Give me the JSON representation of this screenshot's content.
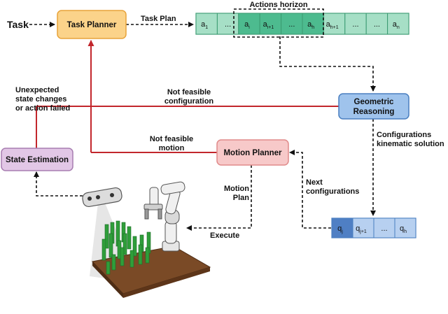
{
  "nodes": {
    "task_input": "Task",
    "task_planner": "Task Planner",
    "geometric_reasoning_line1": "Geometric",
    "geometric_reasoning_line2": "Reasoning",
    "motion_planner": "Motion Planner",
    "state_estimation": "State Estimation"
  },
  "edges": {
    "task_plan": "Task Plan",
    "actions_horizon": "Actions horizon",
    "not_feasible_config_line1": "Not feasible",
    "not_feasible_config_line2": "configuration",
    "not_feasible_motion_line1": "Not feasible",
    "not_feasible_motion_line2": "motion",
    "unexpected_line1": "Unexpected",
    "unexpected_line2": "state changes",
    "unexpected_line3": "or action failed",
    "configurations_line1": "Configurations",
    "configurations_line2": "kinematic solution",
    "next_config_line1": "Next",
    "next_config_line2": "configurations",
    "motion_plan_line1": "Motion",
    "motion_plan_line2": "Plan",
    "execute": "Execute"
  },
  "action_cells": [
    {
      "base": "a",
      "sub": "1"
    },
    {
      "base": "...",
      "sub": ""
    },
    {
      "base": "a",
      "sub": "i"
    },
    {
      "base": "a",
      "sub": "i+1"
    },
    {
      "base": "...",
      "sub": ""
    },
    {
      "base": "a",
      "sub": "h"
    },
    {
      "base": "a",
      "sub": "h+1"
    },
    {
      "base": "...",
      "sub": ""
    },
    {
      "base": "...",
      "sub": ""
    },
    {
      "base": "a",
      "sub": "n"
    }
  ],
  "config_cells": [
    {
      "base": "q",
      "sub": "j"
    },
    {
      "base": "q",
      "sub": "j+1"
    },
    {
      "base": "...",
      "sub": ""
    },
    {
      "base": "q",
      "sub": "h"
    }
  ],
  "colors": {
    "task_planner_fill": "#fbd38a",
    "task_planner_stroke": "#e8a33a",
    "geometric_fill": "#9fc3ec",
    "geometric_stroke": "#4a7fc0",
    "motion_fill": "#f7c9c9",
    "motion_stroke": "#e08a8a",
    "state_fill": "#e2c7e6",
    "state_stroke": "#a77db0",
    "action_cell_fill": "#a6dfc6",
    "action_cell_dark": "#4dbb8f",
    "action_stroke": "#3a9a70",
    "config_cell_fill": "#b7d0f0",
    "config_cell_dark": "#4f7fc4",
    "feedback_line": "#c2262c"
  }
}
